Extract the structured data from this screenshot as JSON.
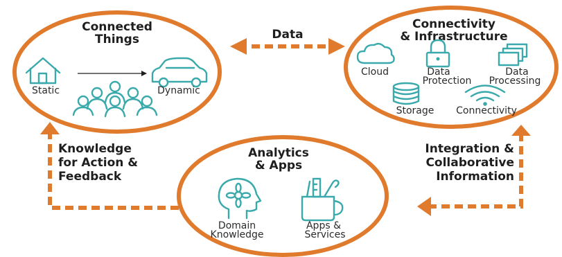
{
  "colors": {
    "accent": "#e07a2d",
    "icon": "#3aa9ab",
    "text": "#1e1e1e"
  },
  "connected_things": {
    "title": [
      "Connected",
      "Things"
    ],
    "static_label": "Static",
    "dynamic_label": "Dynamic",
    "icons": [
      "house-icon",
      "car-icon",
      "people-group-icon",
      "arrow-right-icon"
    ]
  },
  "connectivity": {
    "title": [
      "Connectivity",
      "& Infrastructure"
    ],
    "cloud": "Cloud",
    "protection": [
      "Data",
      "Protection"
    ],
    "processing": [
      "Data",
      "Processing"
    ],
    "storage": "Storage",
    "connectivity": "Connectivity",
    "icons": [
      "cloud-icon",
      "lock-icon",
      "layers-icon",
      "database-icon",
      "wifi-icon"
    ]
  },
  "analytics": {
    "title": [
      "Analytics",
      "& Apps"
    ],
    "domain": [
      "Domain",
      "Knowledge"
    ],
    "apps": [
      "Apps &",
      "Services"
    ],
    "icons": [
      "brain-head-icon",
      "toolcup-icon"
    ]
  },
  "flows": {
    "top": "Data",
    "left": [
      "Knowledge",
      "for Action &",
      "Feedback"
    ],
    "right": [
      "Integration &",
      "Collaborative",
      "Information"
    ]
  }
}
